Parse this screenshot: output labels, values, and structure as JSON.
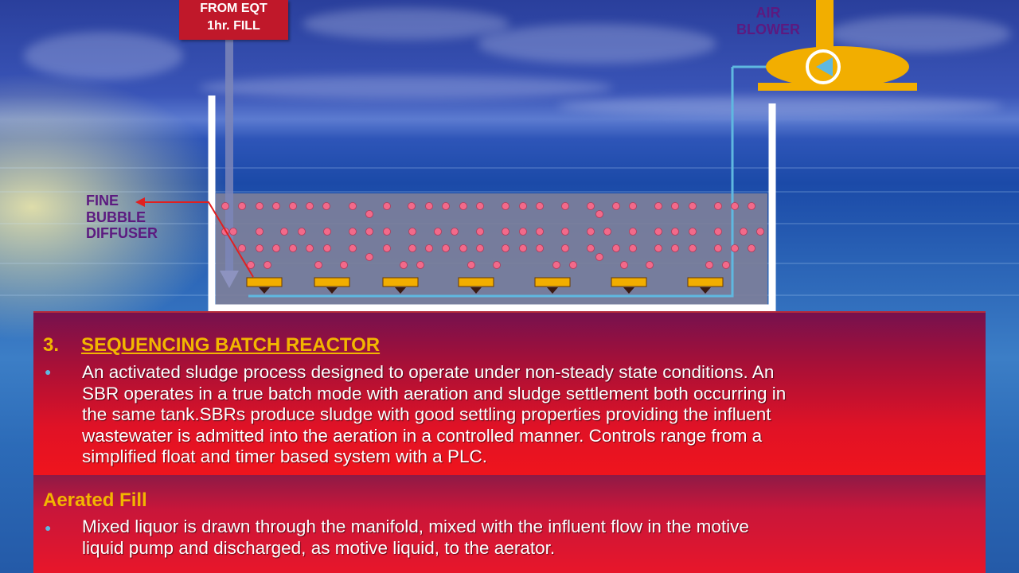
{
  "diagram": {
    "inlet_label_line1": "FROM EQT",
    "inlet_label_line2": "1hr. FILL",
    "blower_label_line1": "AIR",
    "blower_label_line2": "BLOWER",
    "diffuser_label_line1": "FINE",
    "diffuser_label_line2": "BUBBLE",
    "diffuser_label_line3": "DIFFUSER",
    "colors": {
      "tank_wall": "#ffffff",
      "liquid": "#7d7f9a",
      "air_pipe": "#5fb8e0",
      "blower": "#f2ae00",
      "bubbles": "#f26a8a",
      "diffuser": "#f2ae00",
      "arrow": "#e02020",
      "label": "#5c1a80"
    }
  },
  "section": {
    "number": "3.",
    "title": "SEQUENCING BATCH REACTOR",
    "bullet_icon": "bullet-dot-icon",
    "description": [
      "An activated sludge process designed to operate under non-steady state conditions. An",
      "SBR operates in a true batch mode with aeration and sludge settlement both occurring in",
      "the same tank.SBRs produce sludge with good settling properties providing the influent",
      "wastewater is admitted into the aeration in a controlled manner. Controls range from a",
      "simplified float and timer based system with a PLC."
    ]
  },
  "subsection": {
    "title": "Aerated Fill",
    "description": [
      "Mixed liquor is drawn through the manifold, mixed with the influent flow in the motive",
      "liquid pump and discharged, as motive liquid, to the aerator."
    ]
  }
}
